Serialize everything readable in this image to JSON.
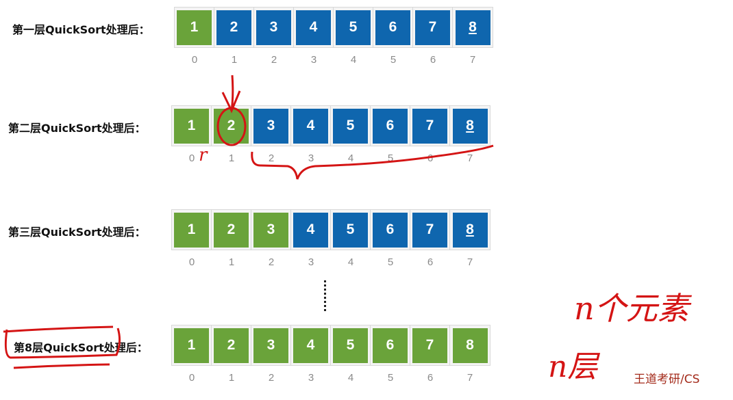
{
  "colors": {
    "sorted": "#6aa33a",
    "unsorted": "#0f66ae",
    "ink": "#d41414"
  },
  "rows": [
    {
      "label": "第一层QuickSort处理后：",
      "values": [
        "1",
        "2",
        "3",
        "4",
        "5",
        "6",
        "7",
        "8"
      ],
      "sorted_count": 1,
      "underline_last": true
    },
    {
      "label": "第二层QuickSort处理后：",
      "values": [
        "1",
        "2",
        "3",
        "4",
        "5",
        "6",
        "7",
        "8"
      ],
      "sorted_count": 2,
      "underline_last": true
    },
    {
      "label": "第三层QuickSort处理后：",
      "values": [
        "1",
        "2",
        "3",
        "4",
        "5",
        "6",
        "7",
        "8"
      ],
      "sorted_count": 3,
      "underline_last": true
    },
    {
      "label": "第8层QuickSort处理后：",
      "values": [
        "1",
        "2",
        "3",
        "4",
        "5",
        "6",
        "7",
        "8"
      ],
      "sorted_count": 8,
      "underline_last": false
    }
  ],
  "indices": [
    "0",
    "1",
    "2",
    "3",
    "4",
    "5",
    "6",
    "7"
  ],
  "annotations": {
    "n_elements": "n个元素",
    "n_levels": "n层",
    "r_mark": "r"
  },
  "watermark": "王道考研/CS"
}
